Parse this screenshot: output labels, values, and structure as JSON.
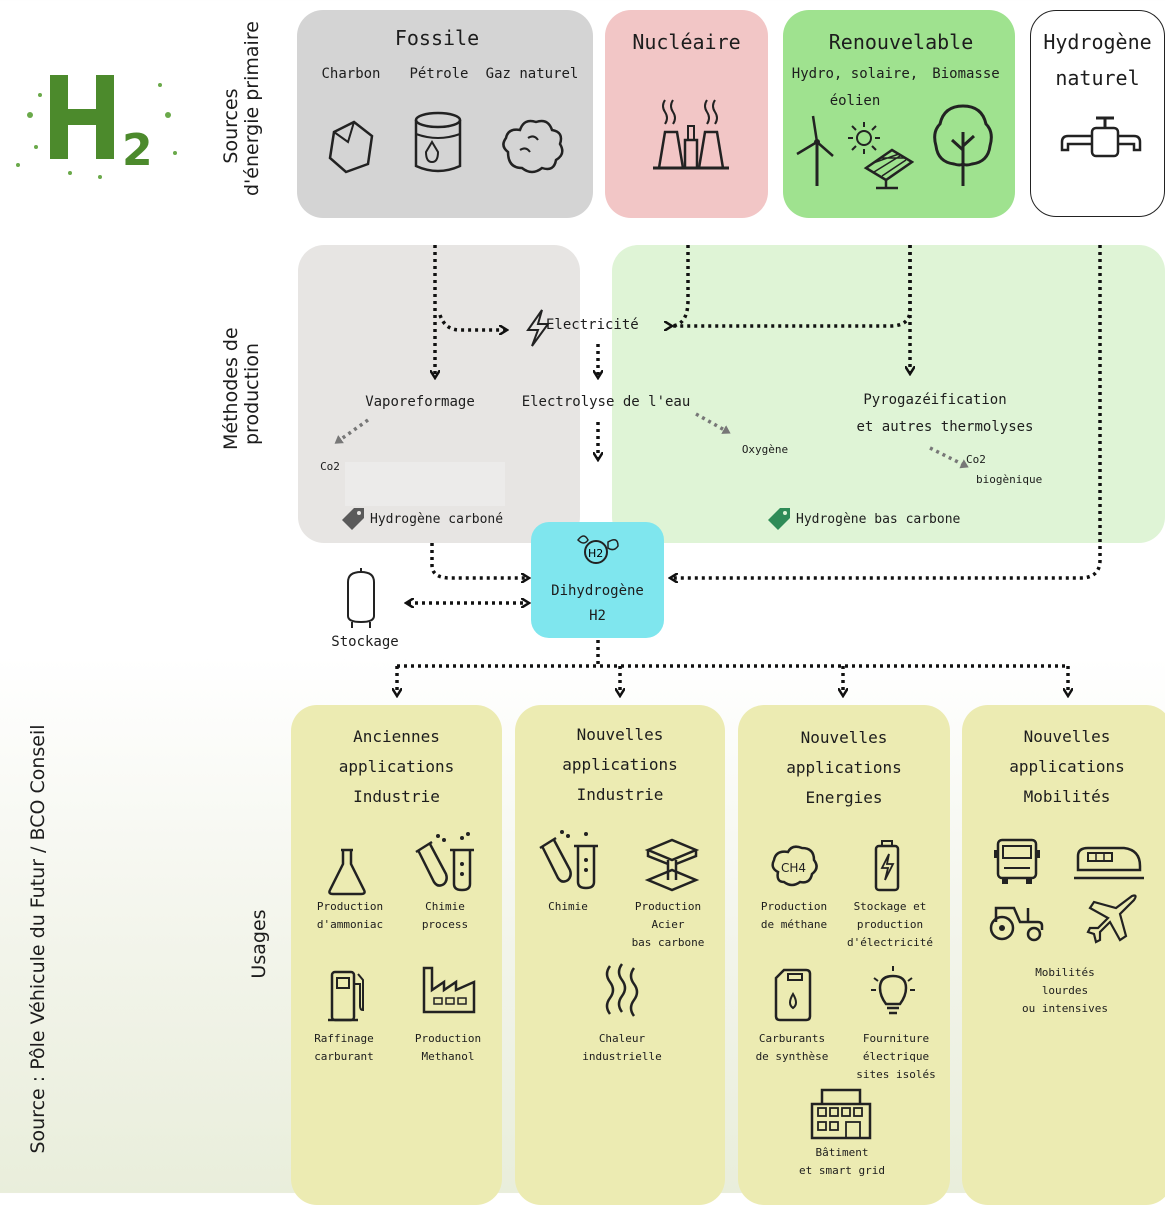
{
  "logo": {
    "text": "H2"
  },
  "source_credit": "Source : Pôle Véhicule du Futur / BCO Conseil",
  "row_labels": {
    "sources": [
      "Sources",
      "d'énergie primaire"
    ],
    "methods": [
      "Méthodes de",
      "production"
    ],
    "usages": "Usages"
  },
  "sources": {
    "fossile": {
      "title": "Fossile",
      "items": [
        "Charbon",
        "Pétrole",
        "Gaz naturel"
      ],
      "color": "#d4d4d4"
    },
    "nucleaire": {
      "title": "Nucléaire",
      "color": "#f2c6c6"
    },
    "renouvelable": {
      "title": "Renouvelable",
      "items": [
        "Hydro, solaire,",
        "éolien",
        "Biomasse"
      ],
      "color": "#9fe28f"
    },
    "naturel": {
      "title": [
        "Hydrogène",
        "naturel"
      ],
      "color": "#ffffff"
    }
  },
  "methods": {
    "electricite": "Electricité",
    "vaporeformage": "Vaporeformage",
    "electrolyse": "Electrolyse de l'eau",
    "pyro": [
      "Pyrogazéification",
      "et autres thermolyses"
    ],
    "co2": "Co2",
    "oxygene": "Oxygène",
    "co2_bio": [
      "Co2",
      "biogènique"
    ],
    "h_carbone": "Hydrogène carboné",
    "h_bas_carbone": "Hydrogène bas carbone",
    "colors": {
      "carbone": "#e7e5e3",
      "bas_carbone": "#dff4d6"
    }
  },
  "center": {
    "title": [
      "Dihydrogène",
      "H2"
    ],
    "stockage": "Stockage",
    "color": "#7fe6ee"
  },
  "usages": {
    "color": "#ecebb2",
    "anciennes": {
      "title": [
        "Anciennes",
        "applications",
        "Industrie"
      ],
      "items": [
        [
          "Production",
          "d'ammoniac"
        ],
        [
          "Chimie",
          "process"
        ],
        [
          "Raffinage",
          "carburant"
        ],
        [
          "Production",
          "Methanol"
        ]
      ]
    },
    "nouv_industrie": {
      "title": [
        "Nouvelles",
        "applications",
        "Industrie"
      ],
      "items": [
        [
          "Chimie"
        ],
        [
          "Production",
          "Acier",
          "bas carbone"
        ],
        [
          "Chaleur",
          "industrielle"
        ]
      ]
    },
    "nouv_energies": {
      "title": [
        "Nouvelles",
        "applications",
        "Energies"
      ],
      "items": [
        [
          "Production",
          "de méthane"
        ],
        [
          "Stockage et",
          "production",
          "d'électricité"
        ],
        [
          "Carburants",
          "de synthèse"
        ],
        [
          "Fourniture",
          "électrique",
          "sites isolés"
        ],
        [
          "Bâtiment",
          "et smart grid"
        ]
      ]
    },
    "nouv_mobilites": {
      "title": [
        "Nouvelles",
        "applications",
        "Mobilités"
      ],
      "items": [
        [
          "Mobilités",
          "lourdes",
          "ou intensives"
        ]
      ]
    }
  },
  "icons": [
    "coal-icon",
    "oil-barrel-icon",
    "gas-cloud-icon",
    "nuclear-plant-icon",
    "wind-turbine-icon",
    "sun-icon",
    "solar-panel-icon",
    "tree-icon",
    "faucet-icon",
    "lightning-icon",
    "tag-icon",
    "h2-molecule-icon",
    "tank-icon",
    "flask-icon",
    "test-tubes-icon",
    "fuel-pump-icon",
    "factory-icon",
    "steel-beam-icon",
    "heat-icon",
    "ch4-icon",
    "battery-icon",
    "jerrycan-icon",
    "lightbulb-icon",
    "building-icon",
    "truck-icon",
    "train-icon",
    "tractor-icon",
    "plane-icon"
  ]
}
